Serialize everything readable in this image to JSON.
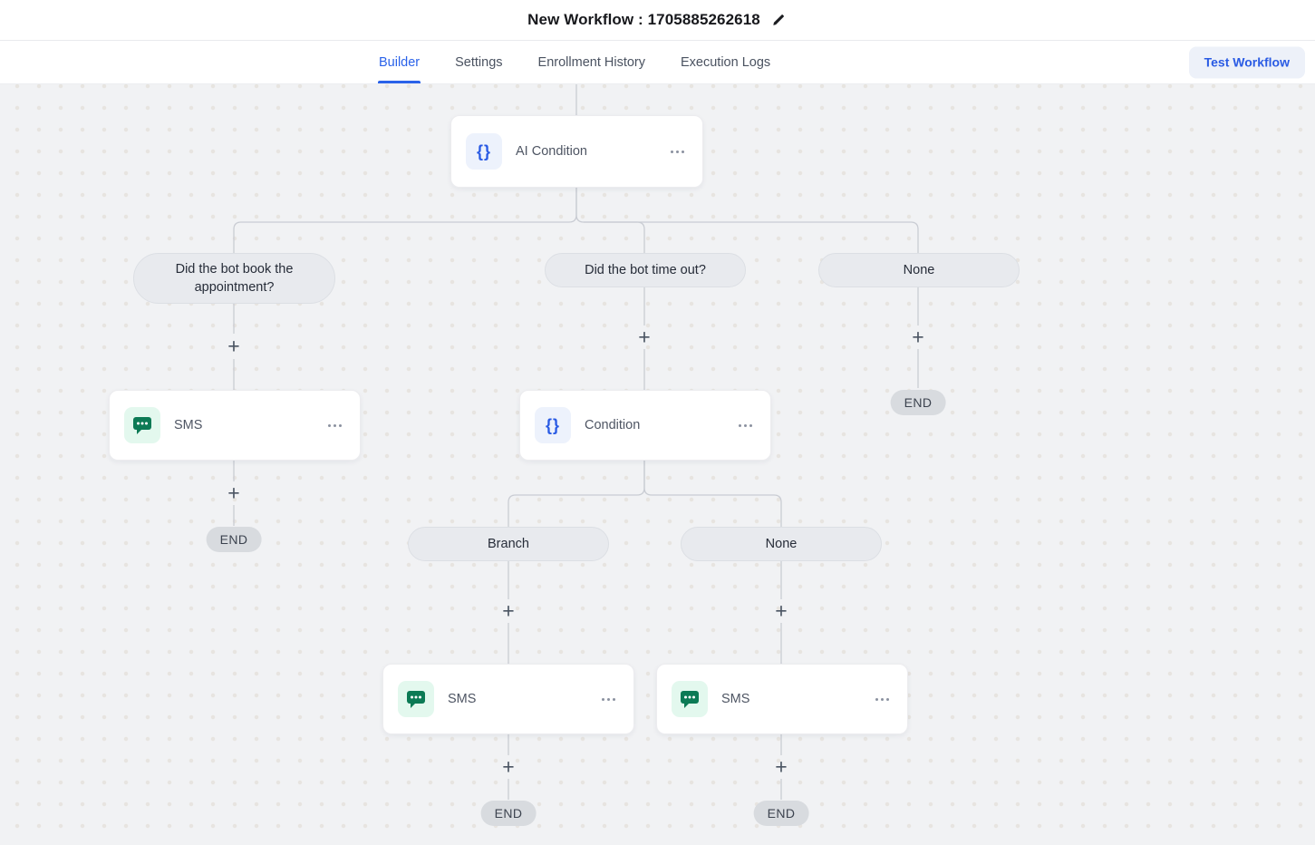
{
  "header": {
    "title": "New Workflow : 1705885262618",
    "edit_icon": "pencil-icon"
  },
  "tabs": {
    "items": [
      {
        "label": "Builder",
        "active": true
      },
      {
        "label": "Settings",
        "active": false
      },
      {
        "label": "Enrollment History",
        "active": false
      },
      {
        "label": "Execution Logs",
        "active": false
      }
    ],
    "test_workflow_label": "Test Workflow"
  },
  "canvas": {
    "plus_glyph": "+",
    "end_label": "END",
    "menu_icon": "ellipsis-icon",
    "nodes": {
      "ai_condition": {
        "label": "AI Condition",
        "icon": "braces-icon",
        "icon_glyph": "{}"
      },
      "condition": {
        "label": "Condition",
        "icon": "braces-icon",
        "icon_glyph": "{}"
      },
      "sms_left": {
        "label": "SMS",
        "icon": "sms-chat-icon"
      },
      "sms_branch": {
        "label": "SMS",
        "icon": "sms-chat-icon"
      },
      "sms_none": {
        "label": "SMS",
        "icon": "sms-chat-icon"
      }
    },
    "pills": {
      "book_appointment": {
        "label": "Did the bot book the appointment?"
      },
      "time_out": {
        "label": "Did the bot time out?"
      },
      "none_top": {
        "label": "None"
      },
      "branch": {
        "label": "Branch"
      },
      "none_mid": {
        "label": "None"
      }
    }
  },
  "colors": {
    "accent_blue": "#2a62e9",
    "braces_blue": "#2a5be4",
    "icon_blue_bg": "#edf2fc",
    "icon_green": "#0c7a55",
    "icon_green_bg": "#e3f8ee",
    "wire_gray": "#c9ccd3",
    "pill_bg": "#e8eaee",
    "end_pill_bg": "#d8dbdf",
    "canvas_bg": "#f1f2f4"
  }
}
